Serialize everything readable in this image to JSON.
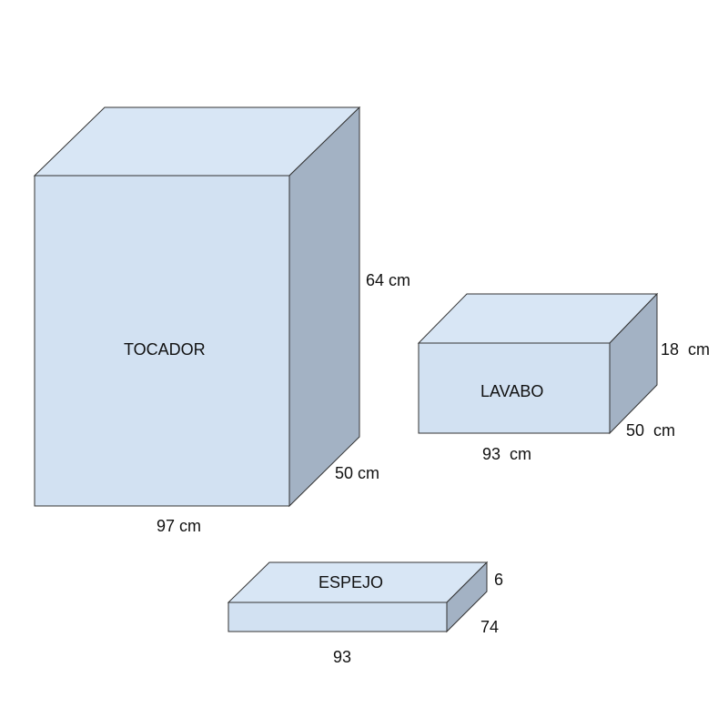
{
  "colors": {
    "front": "#d2e1f2",
    "top": "#d8e6f5",
    "side": "#a3b2c4",
    "stroke": "#333333"
  },
  "tocador": {
    "name": "TOCADOR",
    "height": "64 cm",
    "depth": "50 cm",
    "width": "97 cm"
  },
  "lavabo": {
    "name": "LAVABO",
    "height": "18  cm",
    "depth": "50  cm",
    "width": "93  cm"
  },
  "espejo": {
    "name": "ESPEJO",
    "height": "6",
    "depth": "74",
    "width": "93"
  }
}
